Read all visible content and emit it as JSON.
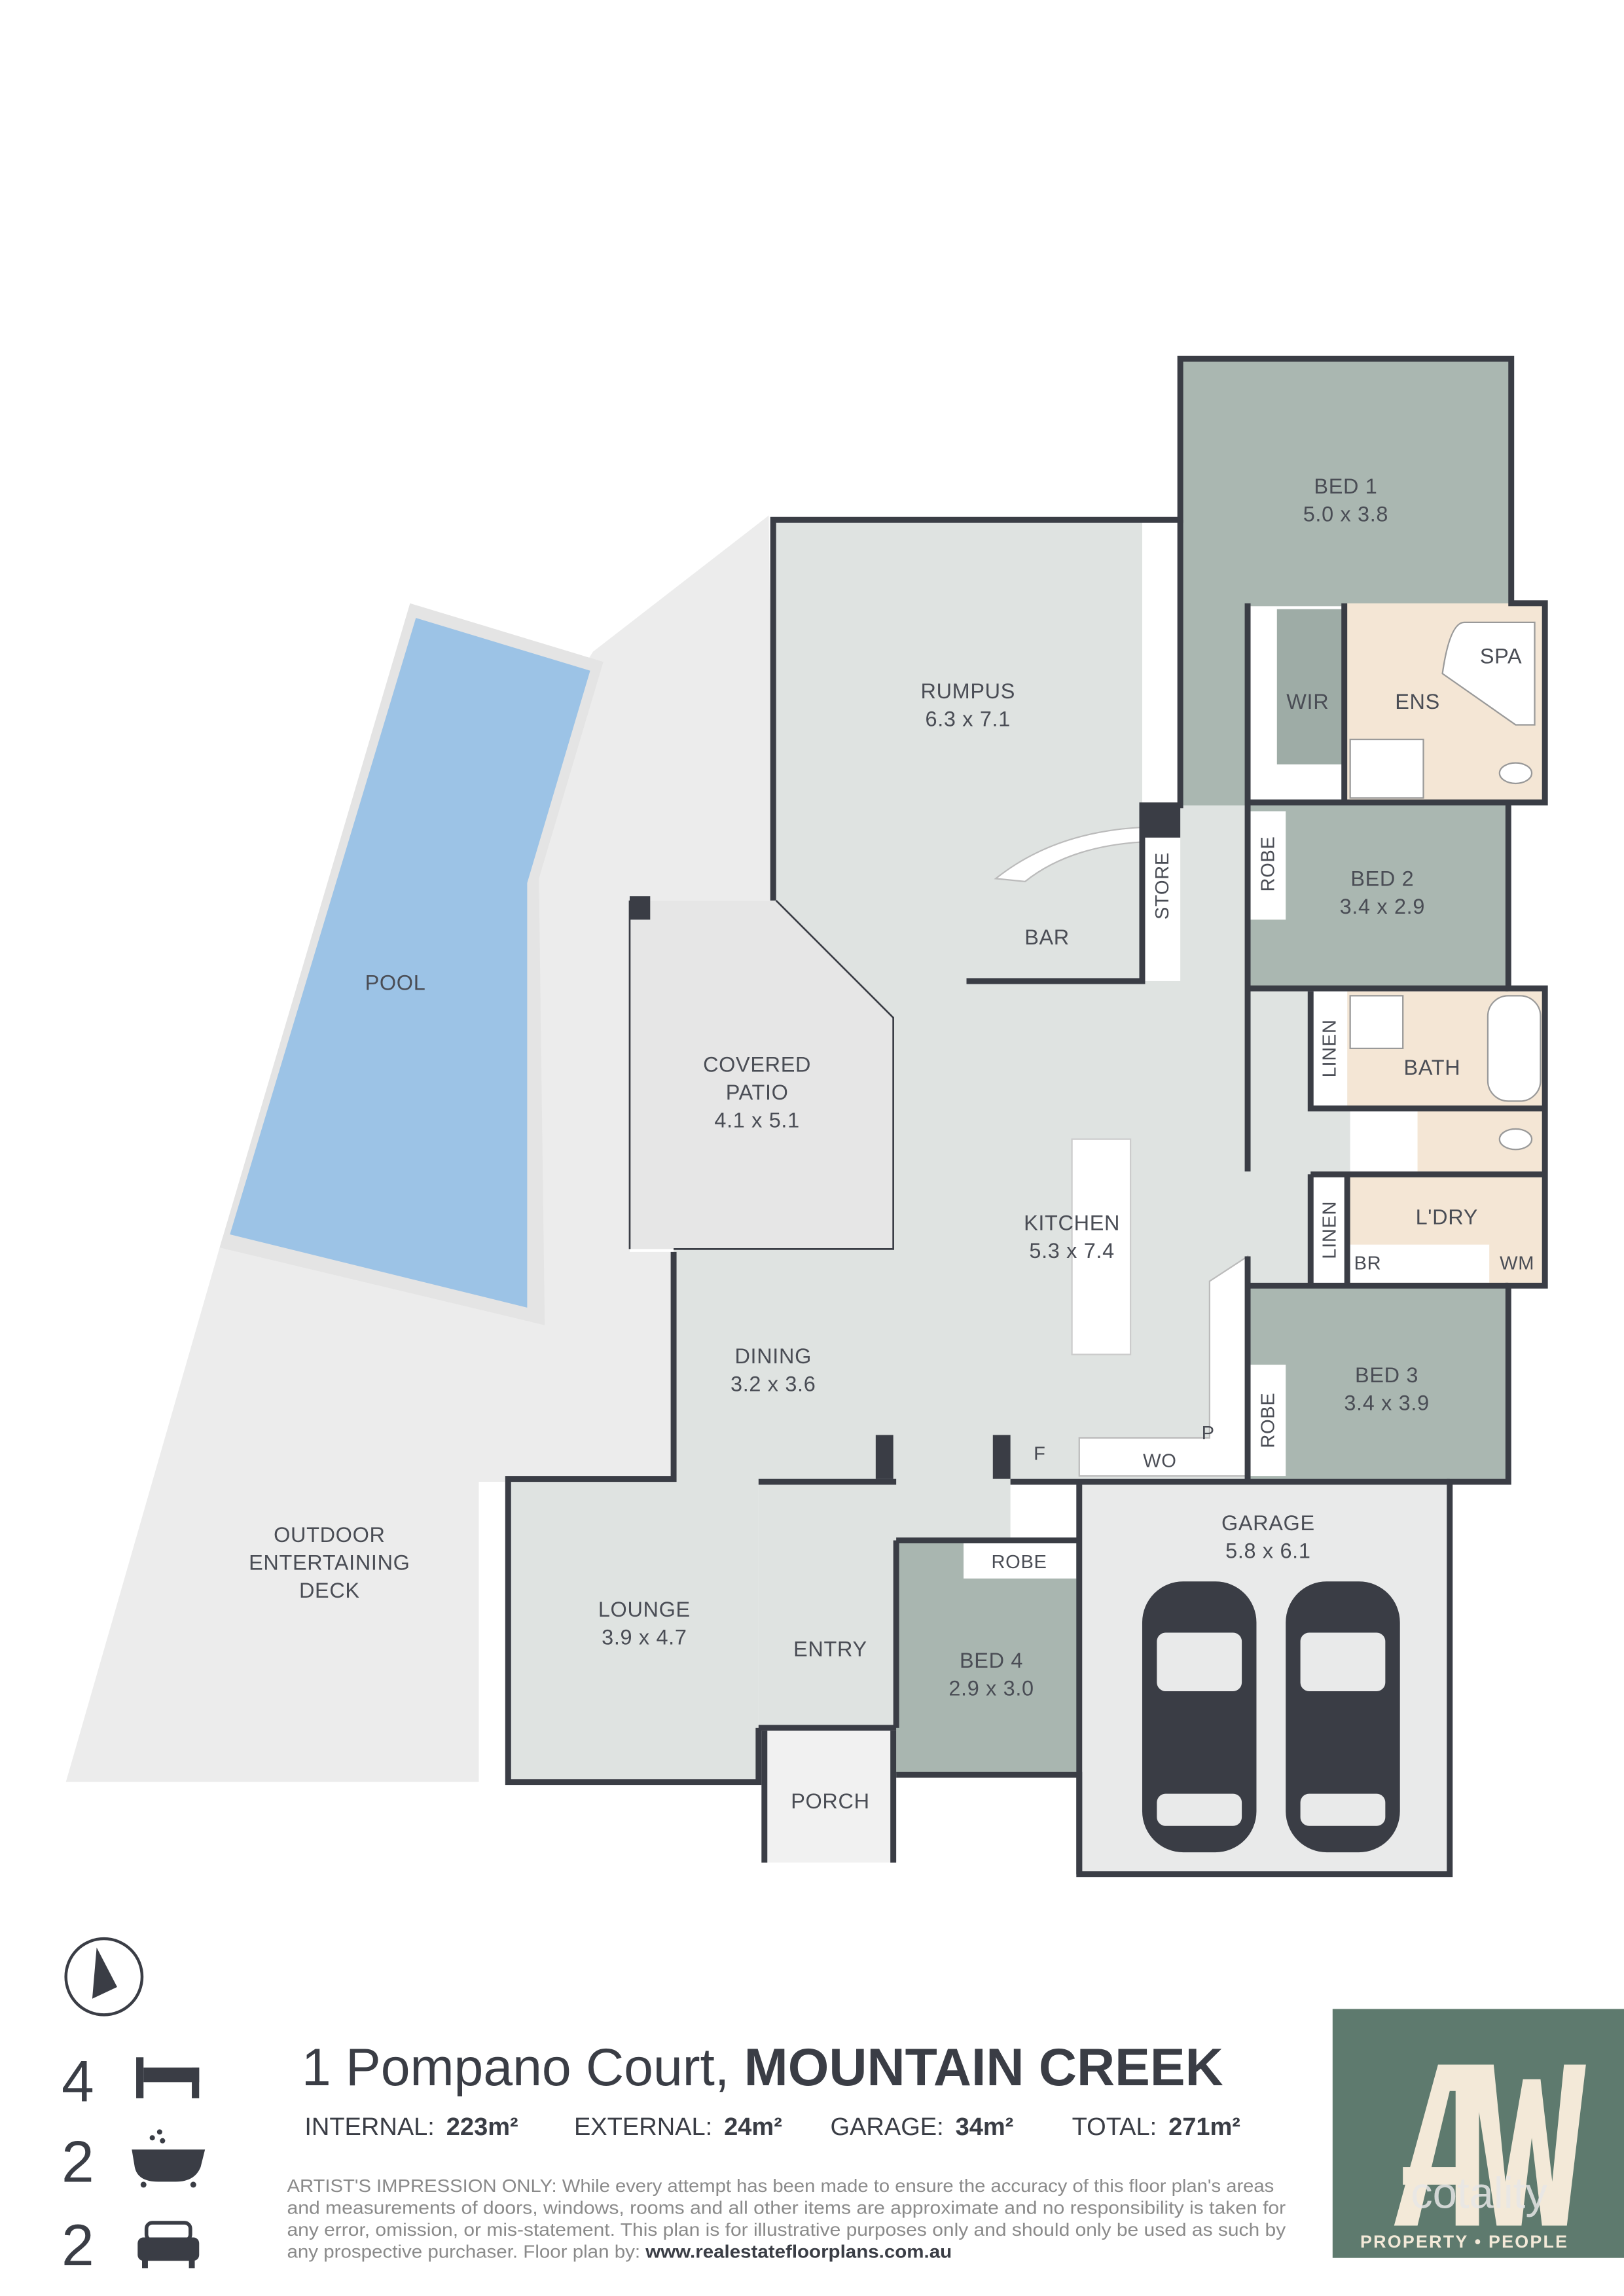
{
  "rooms": {
    "bed1": {
      "name": "BED 1",
      "size": "5.0 x 3.8"
    },
    "rumpus": {
      "name": "RUMPUS",
      "size": "6.3 x 7.1"
    },
    "wir": {
      "name": "WIR"
    },
    "ens": {
      "name": "ENS"
    },
    "spa": {
      "name": "SPA"
    },
    "pool": {
      "name": "POOL"
    },
    "store": {
      "name": "STORE"
    },
    "bar": {
      "name": "BAR"
    },
    "robe_bed2": {
      "name": "ROBE"
    },
    "bed2": {
      "name": "BED 2",
      "size": "3.4 x 2.9"
    },
    "covered_patio": {
      "name1": "COVERED",
      "name2": "PATIO",
      "size": "4.1 x 5.1"
    },
    "linen1": {
      "name": "LINEN"
    },
    "bath": {
      "name": "BATH"
    },
    "kitchen": {
      "name": "KITCHEN",
      "size": "5.3 x 7.4"
    },
    "linen2": {
      "name": "LINEN"
    },
    "laundry": {
      "name": "L'DRY",
      "br": "BR",
      "wm": "WM"
    },
    "dining": {
      "name": "DINING",
      "size": "3.2 x 3.6"
    },
    "bed3": {
      "name": "BED 3",
      "size": "3.4 x 3.9"
    },
    "robe_bed3": {
      "name": "ROBE"
    },
    "fridge": {
      "name": "F"
    },
    "wall_oven": {
      "name": "WO"
    },
    "pantry": {
      "name": "P"
    },
    "deck": {
      "name1": "OUTDOOR",
      "name2": "ENTERTAINING",
      "name3": "DECK"
    },
    "garage": {
      "name": "GARAGE",
      "size": "5.8 x 6.1"
    },
    "lounge": {
      "name": "LOUNGE",
      "size": "3.9 x 4.7"
    },
    "entry": {
      "name": "ENTRY"
    },
    "robe_bed4": {
      "name": "ROBE"
    },
    "bed4": {
      "name": "BED 4",
      "size": "2.9 x 3.0"
    },
    "porch": {
      "name": "PORCH"
    }
  },
  "summary": {
    "bedrooms": "4",
    "bathrooms": "2",
    "car_spaces": "2",
    "icons": [
      "compass-north-icon",
      "bed-icon",
      "bath-icon",
      "car-icon"
    ]
  },
  "property": {
    "street": "1 Pompano Court, ",
    "suburb": "MOUNTAIN CREEK"
  },
  "areas": [
    {
      "label": "INTERNAL:",
      "value": "223m²"
    },
    {
      "label": "EXTERNAL:",
      "value": "24m²"
    },
    {
      "label": "GARAGE:",
      "value": "34m²"
    },
    {
      "label": "TOTAL:",
      "value": "271m²"
    }
  ],
  "disclaimer": {
    "line1": "ARTIST'S IMPRESSION ONLY: While every attempt has been made to ensure the accuracy of this floor plan's areas",
    "line2": "and measurements of doors, windows, rooms and all other items are approximate and no responsibility is taken for",
    "line3": "any error, omission, or mis-statement. This plan is for illustrative purposes only and should only be used as such by",
    "line4_prefix": "any prospective purchaser. Floor plan by: ",
    "line4_link": "www.realestatefloorplans.com.au"
  },
  "logo": {
    "letters": "AW",
    "partner": "cotality",
    "tagline": "PROPERTY • PEOPLE"
  },
  "colors": {
    "wall": "#3a3d45",
    "bedroom": "#aab7b1",
    "living": "#dfe3e1",
    "wet_area": "#f4e6d5",
    "pool": "#9cc3e6",
    "deck": "#ececec",
    "logo_bg": "#5e7a6e",
    "logo_text": "#f3e9d8"
  }
}
